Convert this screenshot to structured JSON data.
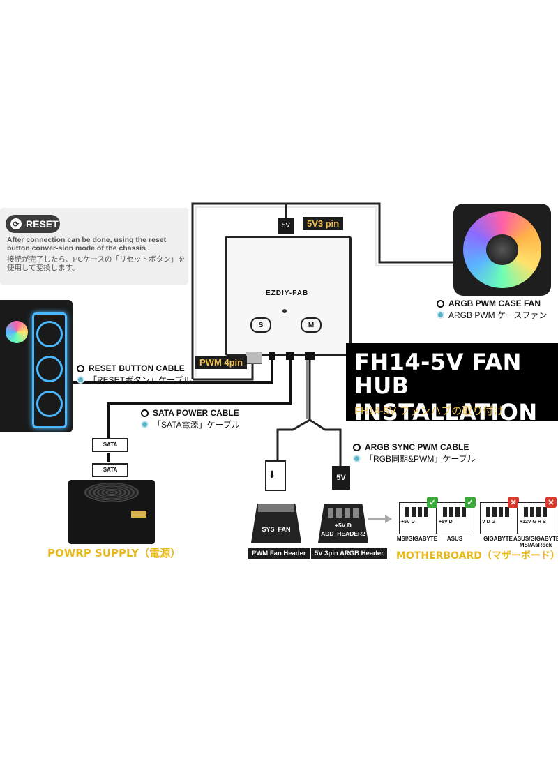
{
  "reset": {
    "button_label": "RESET",
    "text_en": "After connection can be done, using the reset button conver-sion mode of the chassis .",
    "text_jp": "接続が完了したら、PCケースの「リセットボタン」を使用して変換します。"
  },
  "hub": {
    "tag_5v3pin": "5V3 pin",
    "tag_pwm4pin": "PWM 4pin",
    "port_5v": "5V",
    "logo": "EZDIY-FAB",
    "btn_s": "S",
    "btn_m": "M"
  },
  "title": {
    "line1": "FH14-5V FAN",
    "line2": "HUB INSTALLATION",
    "subtitle": "FH14-5V ファンハブの取り付け"
  },
  "labels": {
    "fan_en": "ARGB PWM CASE FAN",
    "fan_jp": "ARGB PWM ケースファン",
    "reset_cable_en": "RESET BUTTON CABLE",
    "reset_cable_jp": "「RESETボタン」ケーブル",
    "sata_en": "SATA POWER CABLE",
    "sata_jp": "「SATA電源」ケーブル",
    "argb_en": "ARGB SYNC PWM CABLE",
    "argb_jp": "「RGB同期&PWM」ケーブル"
  },
  "power_supply": {
    "label": "POWRP SUPPLY（電源）",
    "sata_tag": "SATA"
  },
  "headers": {
    "sys_fan": "SYS_FAN",
    "add_header_top": "+5V D",
    "add_header": "ADD_HEADER2",
    "connector_5v": "5V",
    "pwm_fan_header": "PWM Fan Header",
    "argb_header": "5V 3pin ARGB Header"
  },
  "motherboard": {
    "label": "MOTHERBOARD（マザーボード）",
    "boards": [
      {
        "name": "MSI/GIGABYTE",
        "ok": true,
        "pins": "+5V D"
      },
      {
        "name": "ASUS",
        "ok": true,
        "pins": "+5V D"
      },
      {
        "name": "GIGABYTE",
        "ok": false,
        "pins": "V D G"
      },
      {
        "name": "ASUS/GIGABYTE\nMSI/AsRock",
        "ok": false,
        "pins": "+12V G R B"
      }
    ]
  },
  "colors": {
    "gold": "#e6b81a",
    "tag_text": "#f2c14e",
    "ok": "#3aa83a",
    "bad": "#d93a2b",
    "accent_blue": "#5ab4c8"
  }
}
